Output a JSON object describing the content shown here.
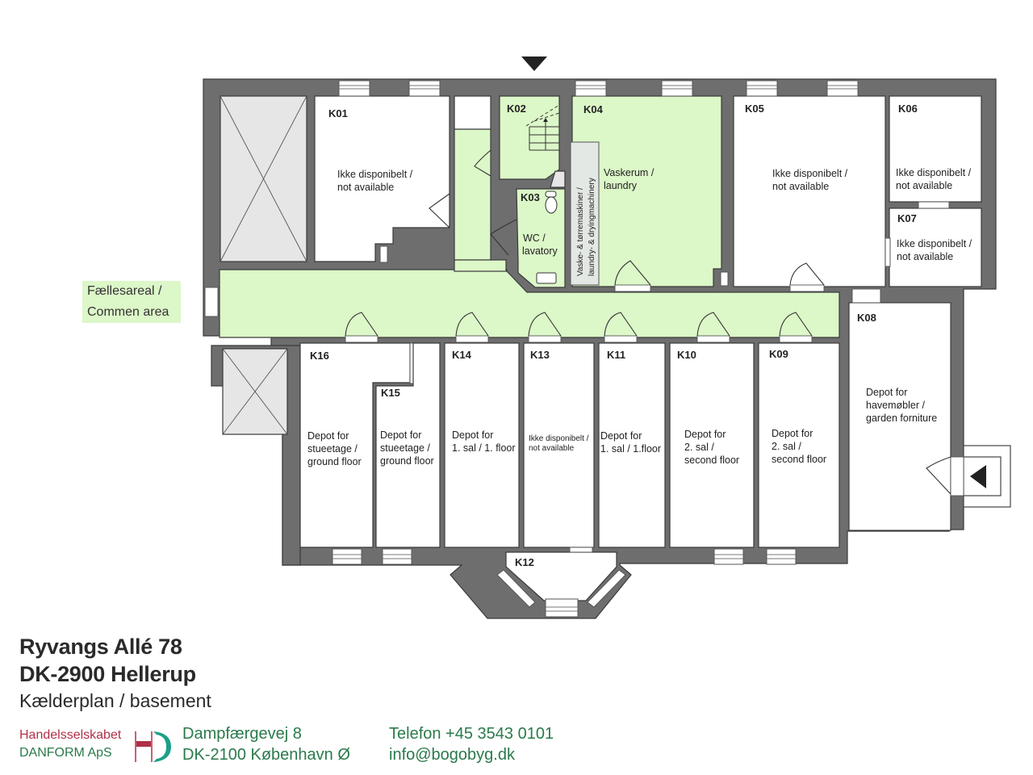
{
  "plan": {
    "rooms": {
      "k01": {
        "id": "K01",
        "line1": "Ikke disponibelt /",
        "line2": "not available"
      },
      "k02": {
        "id": "K02"
      },
      "k03": {
        "id": "K03",
        "line1": "WC /",
        "line2": "lavatory"
      },
      "k04": {
        "id": "K04",
        "line1": "Vaskerum /",
        "line2": "laundry",
        "machines_line1": "Vaske- & tørremaskiner /",
        "machines_line2": "laundry- & dryingmachinery"
      },
      "k05": {
        "id": "K05",
        "line1": "Ikke disponibelt /",
        "line2": "not available"
      },
      "k06": {
        "id": "K06",
        "line1": "Ikke disponibelt /",
        "line2": "not available"
      },
      "k07": {
        "id": "K07",
        "line1": "Ikke disponibelt /",
        "line2": "not available"
      },
      "k08": {
        "id": "K08",
        "line1": "Depot for",
        "line2": "havemøbler /",
        "line3": "garden forniture"
      },
      "k09": {
        "id": "K09",
        "line1": "Depot for",
        "line2": "2. sal /",
        "line3": "second floor"
      },
      "k10": {
        "id": "K10",
        "line1": "Depot for",
        "line2": "2. sal /",
        "line3": "second floor"
      },
      "k11": {
        "id": "K11",
        "line1": "Depot for",
        "line2": "1. sal / 1.floor"
      },
      "k12": {
        "id": "K12"
      },
      "k13": {
        "id": "K13",
        "line1": "Ikke disponibelt /",
        "line2": "not available"
      },
      "k14": {
        "id": "K14",
        "line1": "Depot for",
        "line2": "1. sal / 1. floor"
      },
      "k15": {
        "id": "K15",
        "line1": "Depot for",
        "line2": "stueetage /",
        "line3": "ground floor"
      },
      "k16": {
        "id": "K16",
        "line1": "Depot for",
        "line2": "stueetage /",
        "line3": "ground floor"
      }
    },
    "common_area": {
      "line1": "Fællesareal /",
      "line2": "Commen area"
    },
    "colors": {
      "common_area": "#dcf7c8",
      "walls": "#6e6e6e",
      "rooms": "#ffffff",
      "shaft": "#e6e6e6"
    },
    "icons": {
      "entrance_top": "triangle-down-arrow-icon",
      "entrance_right": "triangle-left-arrow-icon"
    }
  },
  "title": {
    "street": "Ryvangs Allé 78",
    "city": "DK-2900 Hellerup",
    "subtitle": "Kælderplan / basement"
  },
  "footer": {
    "company_line1": "Handelsselskabet",
    "company_line2": "DANFORM ApS",
    "address_line1": "Dampfærgevej 8",
    "address_line2": "DK-2100 København Ø",
    "phone": "Telefon +45 3543 0101",
    "email": "info@bogobyg.dk",
    "colors": {
      "company_red": "#b03048",
      "green": "#2a7a4a",
      "logo_teal": "#1aa088"
    }
  }
}
